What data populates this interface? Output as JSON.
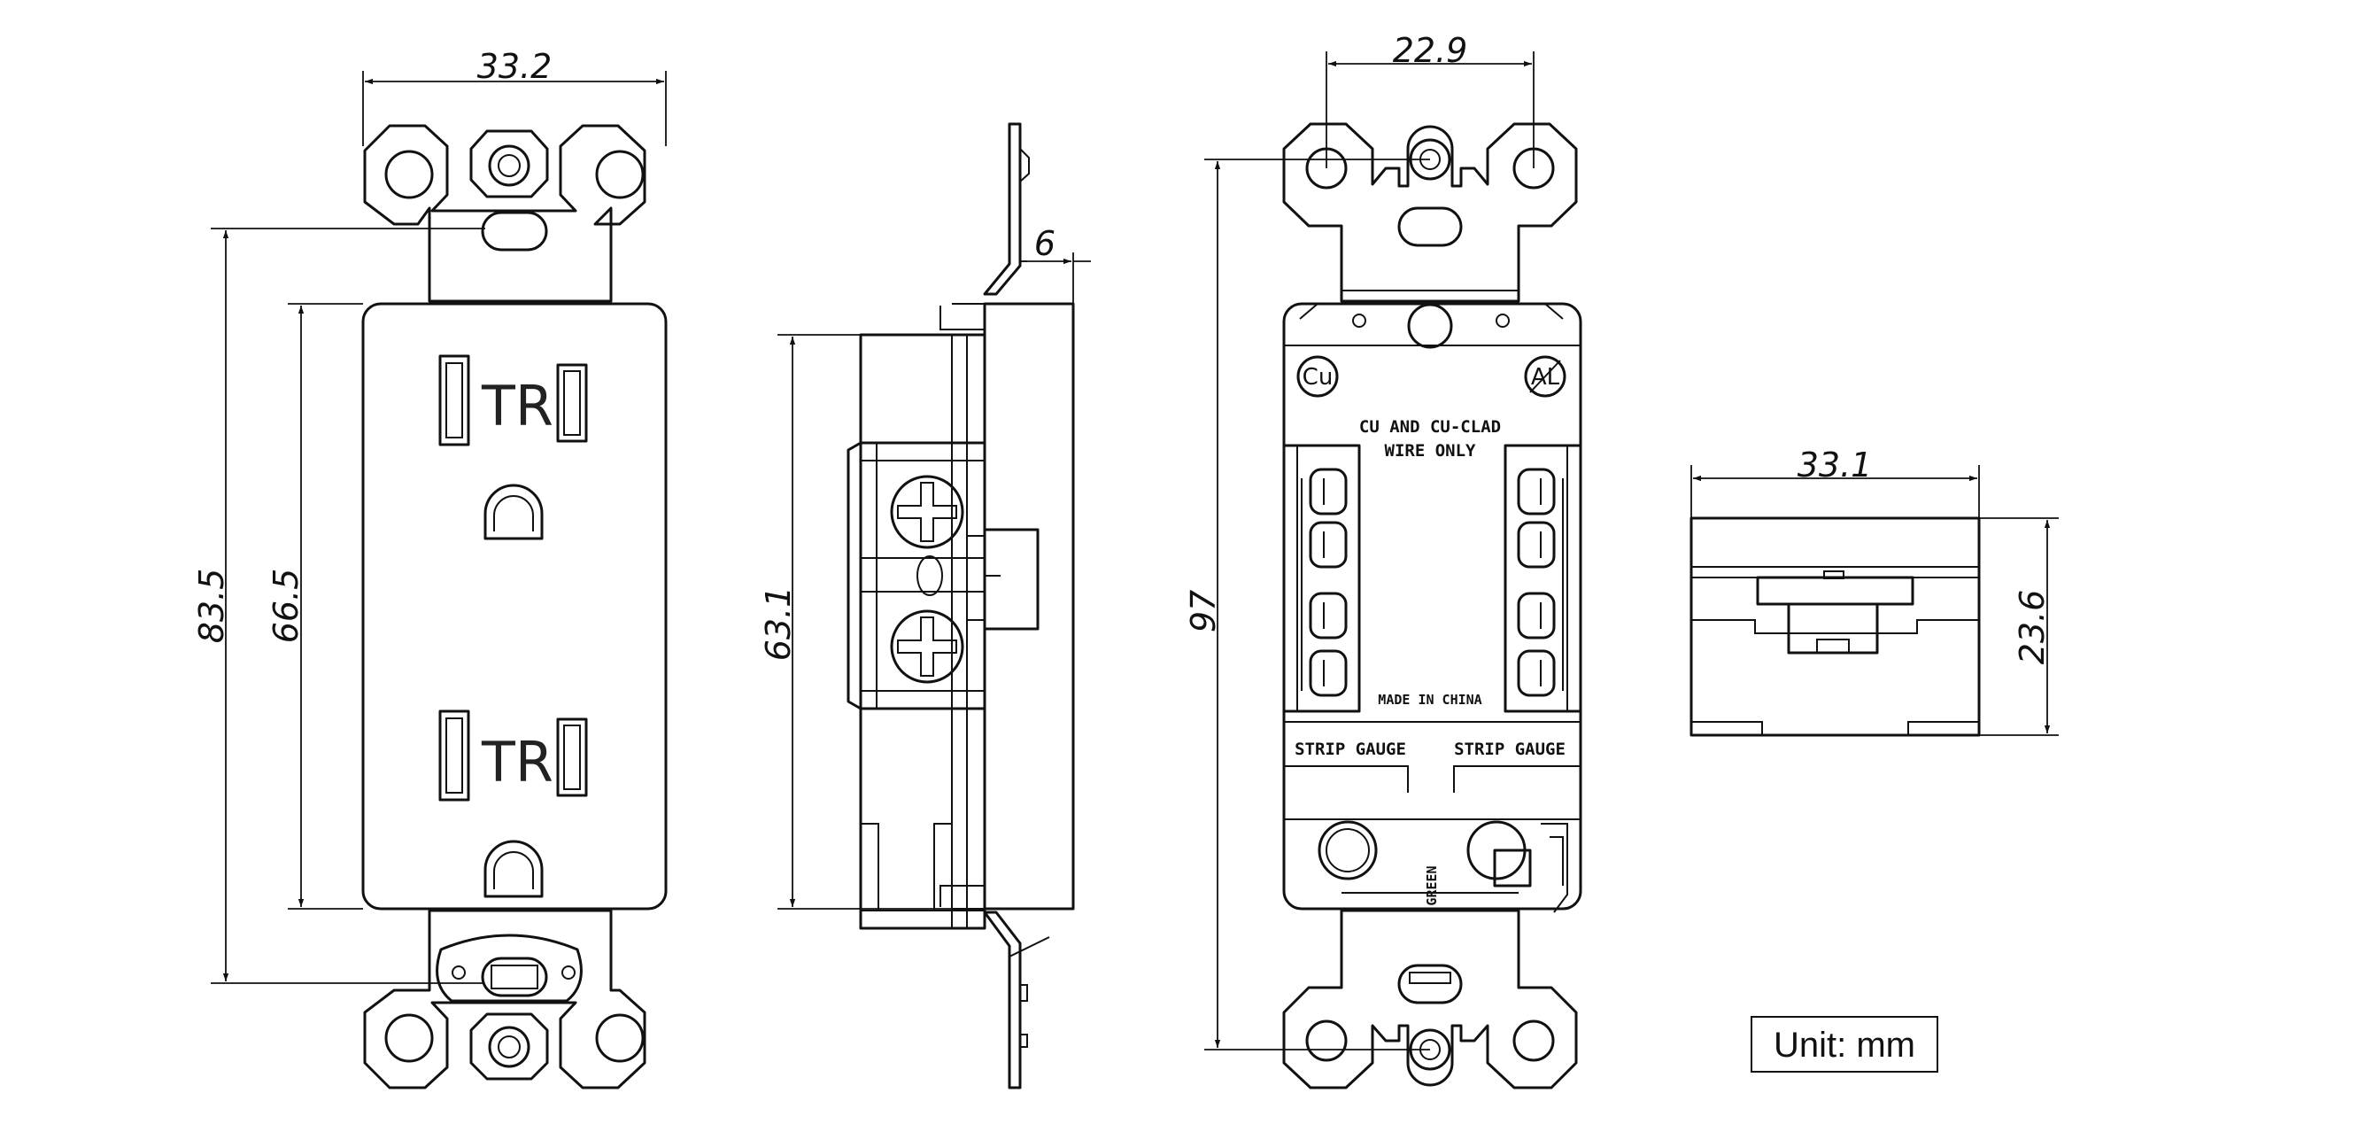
{
  "dimensions": {
    "front_width": "33.2",
    "front_overall_height": "83.5",
    "front_body_height": "66.5",
    "side_depth_tab": "6",
    "side_body_height": "63.1",
    "back_hole_spacing": "22.9",
    "back_overall_height": "97",
    "bottom_width": "33.1",
    "bottom_depth": "23.6"
  },
  "front_view": {
    "upper_label": "TR",
    "lower_label": "TR"
  },
  "back_view": {
    "cu_badge": "Cu",
    "al_badge": "AL",
    "wire_note_line1": "CU AND CU-CLAD",
    "wire_note_line2": "WIRE ONLY",
    "made_in": "MADE IN CHINA",
    "strip_gauge_left": "STRIP GAUGE",
    "strip_gauge_right": "STRIP GAUGE",
    "ground_label": "GREEN"
  },
  "unit_label": "Unit: mm"
}
